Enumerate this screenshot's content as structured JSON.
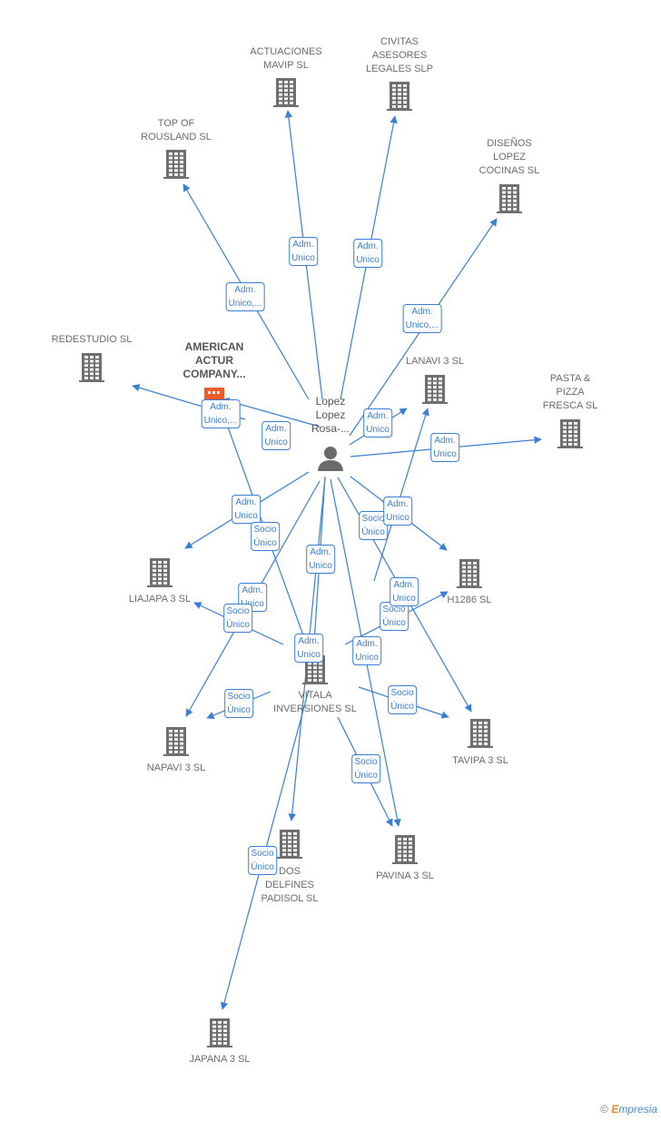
{
  "person": {
    "label": "Lopez\nLopez\nRosa-..."
  },
  "companies": [
    {
      "id": "actuaciones",
      "label": "ACTUACIONES\nMAVIP  SL"
    },
    {
      "id": "civitas",
      "label": "CIVITAS\nASESORES\nLEGALES  SLP"
    },
    {
      "id": "topof",
      "label": "TOP OF\nROUSLAND  SL"
    },
    {
      "id": "disenos",
      "label": "DISEÑOS\nLOPEZ\nCOCINAS  SL"
    },
    {
      "id": "redestudio",
      "label": "REDESTUDIO SL"
    },
    {
      "id": "american",
      "label": "AMERICAN\nACTUR\nCOMPANY...",
      "highlight": true
    },
    {
      "id": "lanavi",
      "label": "LANAVI 3  SL"
    },
    {
      "id": "pasta",
      "label": "PASTA &\nPIZZA\nFRESCA SL"
    },
    {
      "id": "liajapa",
      "label": "LIAJAPA 3  SL"
    },
    {
      "id": "h1286",
      "label": "H1286  SL"
    },
    {
      "id": "vitala",
      "label": "VITALA\nINVERSIONES SL"
    },
    {
      "id": "napavi",
      "label": "NAPAVI 3  SL"
    },
    {
      "id": "tavipa",
      "label": "TAVIPA 3  SL"
    },
    {
      "id": "dos",
      "label": "DOS\nDELFINES\nPADISOL SL"
    },
    {
      "id": "pavina",
      "label": "PAVINA 3  SL"
    },
    {
      "id": "japana",
      "label": "JAPANA 3 SL"
    }
  ],
  "relations": [
    {
      "id": "r-actuaciones",
      "label": "Adm.\nUnico"
    },
    {
      "id": "r-civitas",
      "label": "Adm.\nUnico"
    },
    {
      "id": "r-topof",
      "label": "Adm.\nUnico,..."
    },
    {
      "id": "r-disenos",
      "label": "Adm.\nUnico,..."
    },
    {
      "id": "r-american",
      "label": "Adm.\nUnico,..."
    },
    {
      "id": "r-redestudio",
      "label": "Adm.\nUnico"
    },
    {
      "id": "r-lanavi",
      "label": "Adm.\nUnico"
    },
    {
      "id": "r-pasta",
      "label": "Adm.\nUnico"
    },
    {
      "id": "r-liajapa",
      "label": "Adm.\nUnico"
    },
    {
      "id": "r-american-socio",
      "label": "Socio\nÚnico"
    },
    {
      "id": "r-vitala",
      "label": "Adm.\nUnico"
    },
    {
      "id": "r-lanavi-socio",
      "label": "Socio\nÚnico"
    },
    {
      "id": "r-h1286",
      "label": "Adm.\nUnico"
    },
    {
      "id": "r-napavi",
      "label": "Adm.\nUnico"
    },
    {
      "id": "r-v-liajapa",
      "label": "Socio\nÚnico"
    },
    {
      "id": "r-dos",
      "label": "Adm.\nUnico"
    },
    {
      "id": "r-v-h1286",
      "label": "Socio\nÚnico"
    },
    {
      "id": "r-tavipa",
      "label": "Adm.\nUnico"
    },
    {
      "id": "r-pavina",
      "label": "Adm.\nUnico"
    },
    {
      "id": "r-v-napavi",
      "label": "Socio\nÚnico"
    },
    {
      "id": "r-v-tavipa",
      "label": "Socio\nÚnico"
    },
    {
      "id": "r-v-pavina",
      "label": "Socio\nÚnico"
    },
    {
      "id": "r-v-japana",
      "label": "Socio\nÚnico"
    }
  ],
  "colors": {
    "edge": "#3a7fd5",
    "building": "#6f6f6f",
    "highlight": "#f05a28"
  },
  "brand": {
    "symbol": "©",
    "first": "E",
    "rest": "mpresia"
  }
}
